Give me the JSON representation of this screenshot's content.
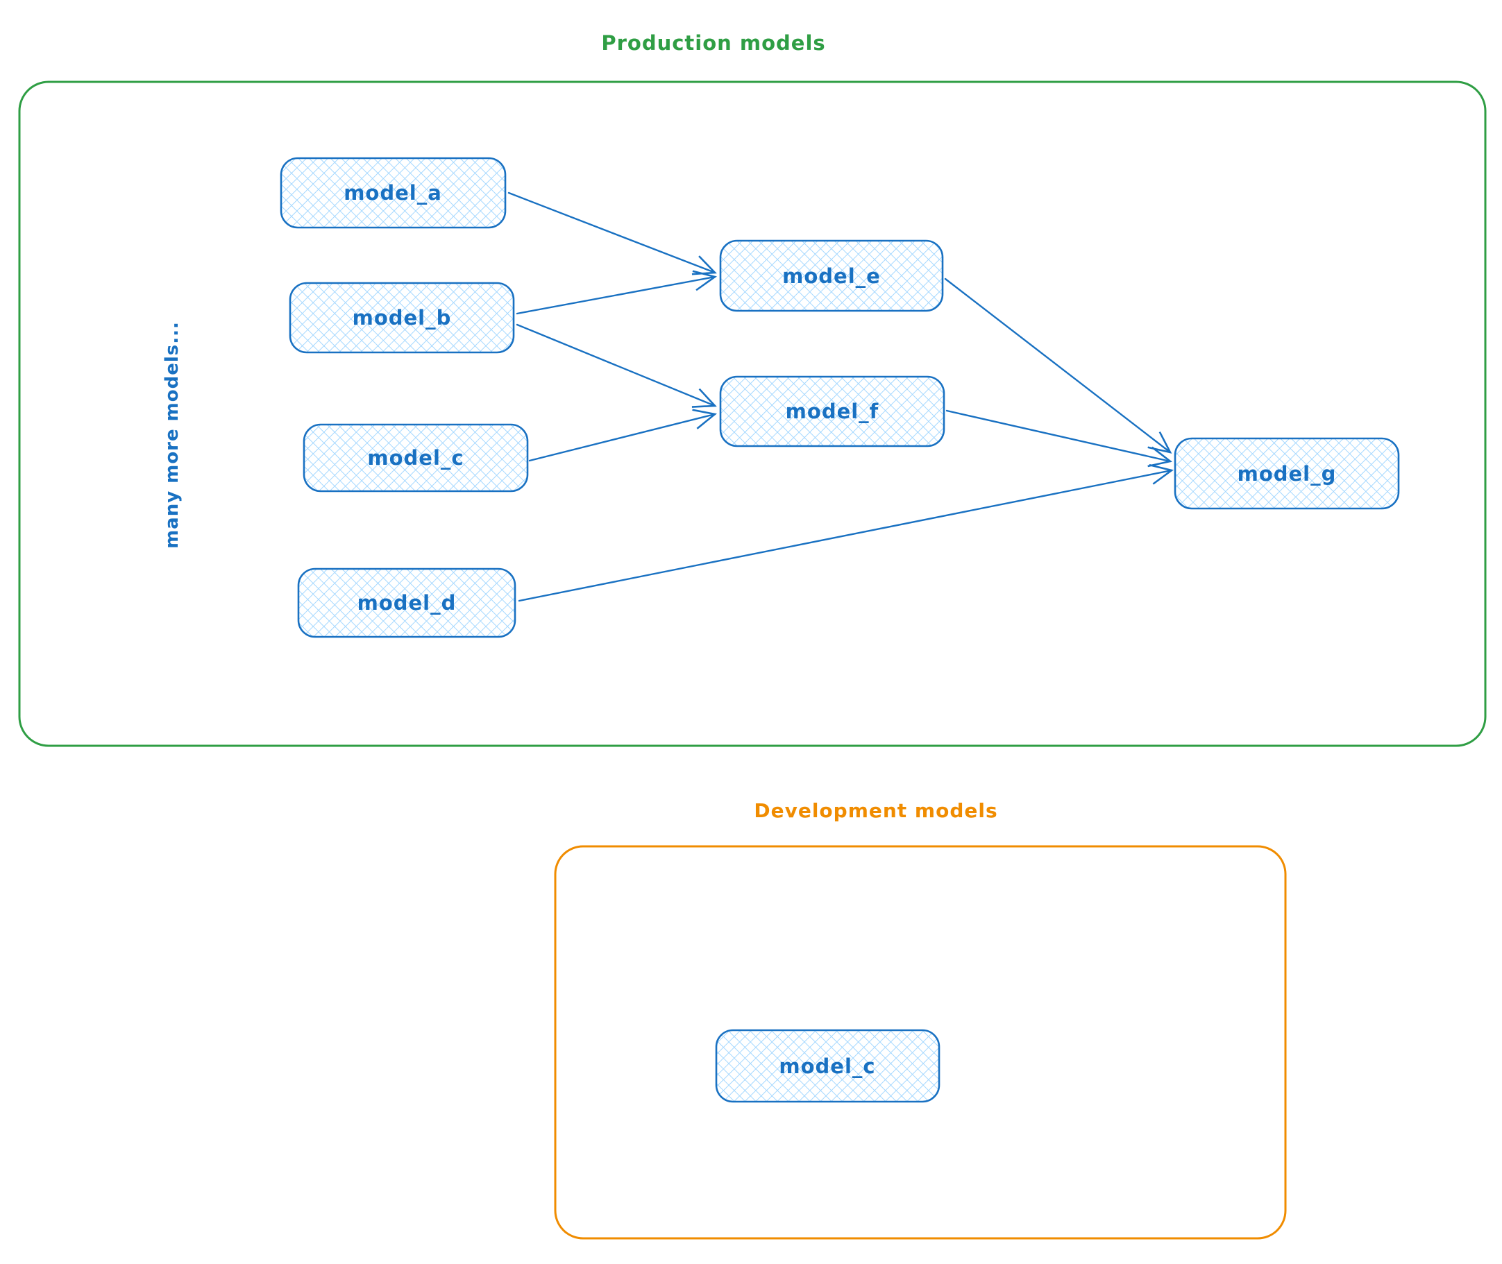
{
  "colors": {
    "blue": "#1971c2",
    "fill": "#a5d8ff",
    "green": "#2f9e44",
    "orange": "#f08c00",
    "background": "#ffffff"
  },
  "production": {
    "title": "Production models",
    "annotation": "many more models...",
    "nodes": [
      {
        "id": "model_a",
        "label": "model_a"
      },
      {
        "id": "model_b",
        "label": "model_b"
      },
      {
        "id": "model_c",
        "label": "model_c"
      },
      {
        "id": "model_d",
        "label": "model_d"
      },
      {
        "id": "model_e",
        "label": "model_e"
      },
      {
        "id": "model_f",
        "label": "model_f"
      },
      {
        "id": "model_g",
        "label": "model_g"
      }
    ],
    "edges": [
      {
        "from": "model_a",
        "to": "model_e"
      },
      {
        "from": "model_b",
        "to": "model_e"
      },
      {
        "from": "model_b",
        "to": "model_f"
      },
      {
        "from": "model_c",
        "to": "model_f"
      },
      {
        "from": "model_e",
        "to": "model_g"
      },
      {
        "from": "model_f",
        "to": "model_g"
      },
      {
        "from": "model_d",
        "to": "model_g"
      }
    ]
  },
  "development": {
    "title": "Development models",
    "nodes": [
      {
        "id": "model_c_dev",
        "label": "model_c"
      }
    ],
    "edges": []
  }
}
